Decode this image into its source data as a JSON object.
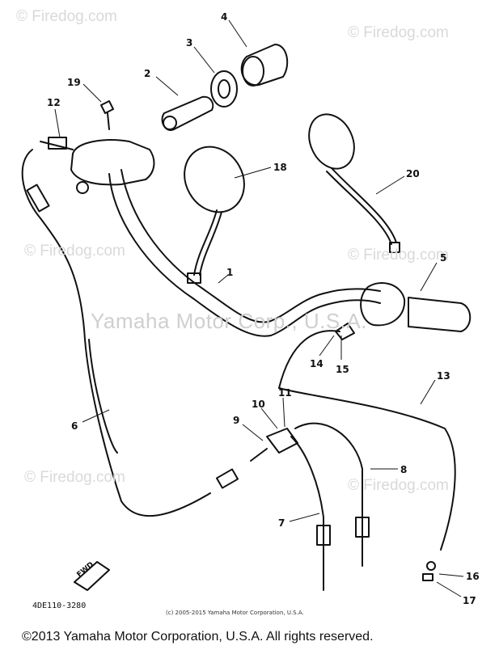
{
  "watermarks": {
    "top_left": "© Firedog.com",
    "top_right": "© Firedog.com",
    "mid_left": "© Firedog.com",
    "mid_right": "© Firedog.com",
    "low_left": "© Firedog.com",
    "low_right": "© Firedog.com",
    "center": "Yamaha Motor Corp., U.S.A."
  },
  "callouts": [
    "1",
    "2",
    "3",
    "4",
    "5",
    "6",
    "7",
    "8",
    "9",
    "10",
    "11",
    "12",
    "13",
    "14",
    "15",
    "16",
    "17",
    "18",
    "19",
    "20"
  ],
  "diagram_code": "4DE110-3280",
  "small_copyright": "(c) 2005-2015 Yamaha Motor Corporation, U.S.A.",
  "footer": "©2013 Yamaha Motor Corporation, U.S.A. All rights reserved.",
  "fwd_label": "FWD"
}
